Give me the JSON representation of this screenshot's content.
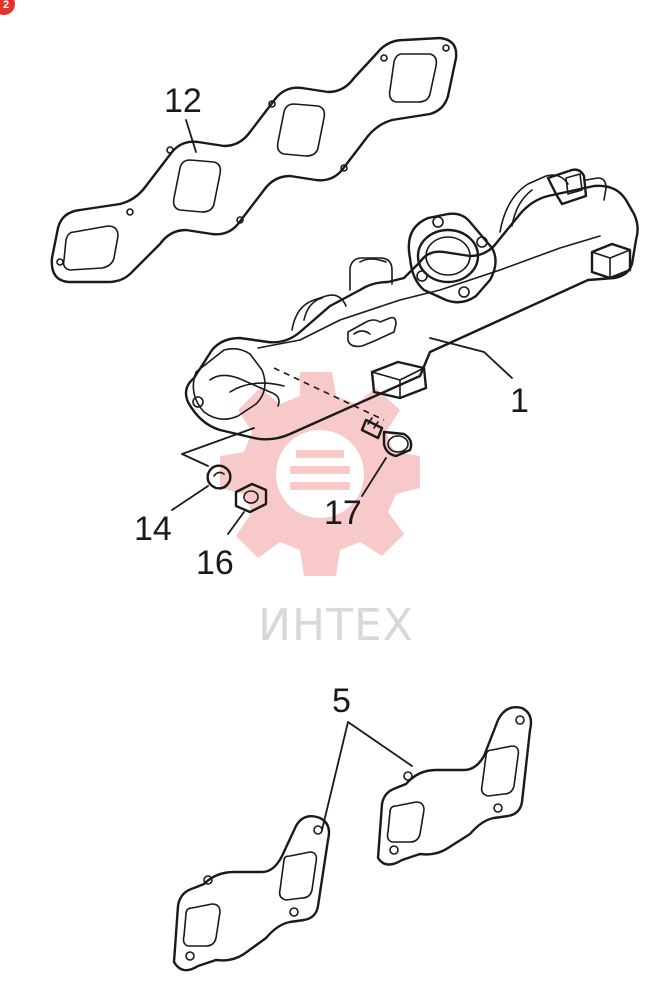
{
  "badge": {
    "label": "2",
    "color": "#e4322b"
  },
  "watermark": {
    "text": "ИНТЕХ",
    "gear_color": "#f7c9c9",
    "text_color": "#d8d8d8"
  },
  "callouts": {
    "gasket_top": "12",
    "manifold": "1",
    "washer": "14",
    "nut": "16",
    "stud": "17",
    "gaskets_bottom": "5"
  }
}
